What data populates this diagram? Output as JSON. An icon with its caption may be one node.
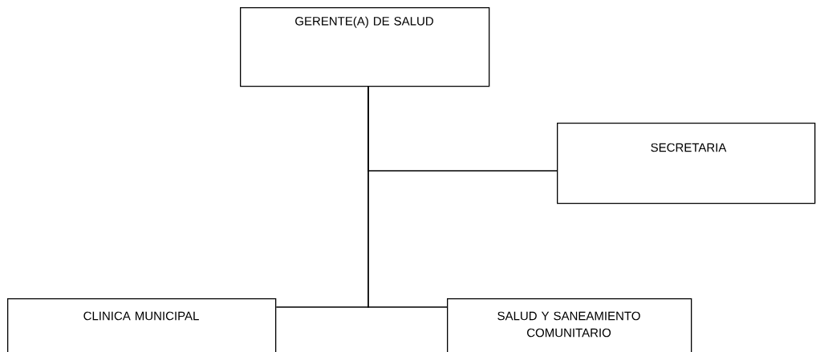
{
  "diagram": {
    "nodes": [
      {
        "text": [
          "GERENTE(A) DE SALUD"
        ]
      },
      {
        "text": [
          "SECRETARIA"
        ]
      },
      {
        "text": [
          "CLINICA MUNICIPAL"
        ]
      },
      {
        "text": [
          "SALUD Y SANEAMIENTO COMUNITARIO"
        ]
      }
    ],
    "edges": [
      {
        "from": 0,
        "to": 1,
        "arrow": "none"
      },
      {
        "from": 0,
        "to": 2,
        "arrow": "none"
      },
      {
        "from": 0,
        "to": 3,
        "arrow": "none"
      }
    ]
  }
}
